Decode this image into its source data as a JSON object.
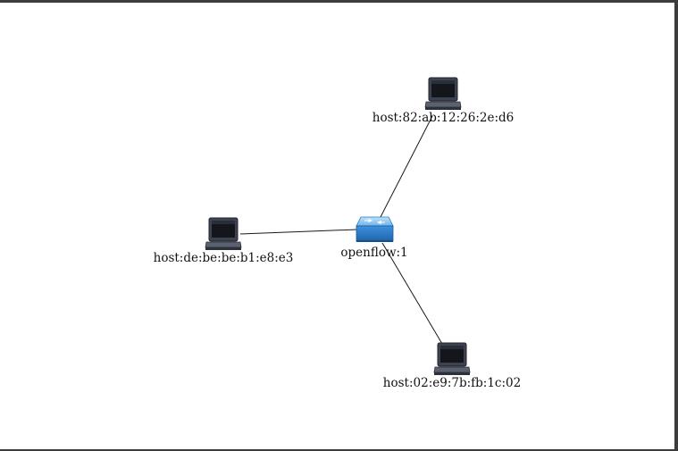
{
  "topology": {
    "switch": {
      "label": "openflow:1",
      "icon": "switch-icon"
    },
    "hosts": [
      {
        "id": "h1",
        "label": "host:82:ab:12:26:2e:d6",
        "icon": "laptop-icon"
      },
      {
        "id": "h2",
        "label": "host:de:be:be:b1:e8:e3",
        "icon": "laptop-icon"
      },
      {
        "id": "h3",
        "label": "host:02:e9:7b:fb:1c:02",
        "icon": "laptop-icon"
      }
    ],
    "links": [
      {
        "from": "openflow:1",
        "to": "host:82:ab:12:26:2e:d6"
      },
      {
        "from": "openflow:1",
        "to": "host:de:be:be:b1:e8:e3"
      },
      {
        "from": "openflow:1",
        "to": "host:02:e9:7b:fb:1c:02"
      }
    ]
  },
  "colors": {
    "link": "#1a1a1a",
    "switch_top": "#7fbef0",
    "switch_body": "#2b7fcc",
    "laptop_frame": "#3d4250",
    "laptop_screen": "#14161c",
    "laptop_base": "#5b6170"
  }
}
